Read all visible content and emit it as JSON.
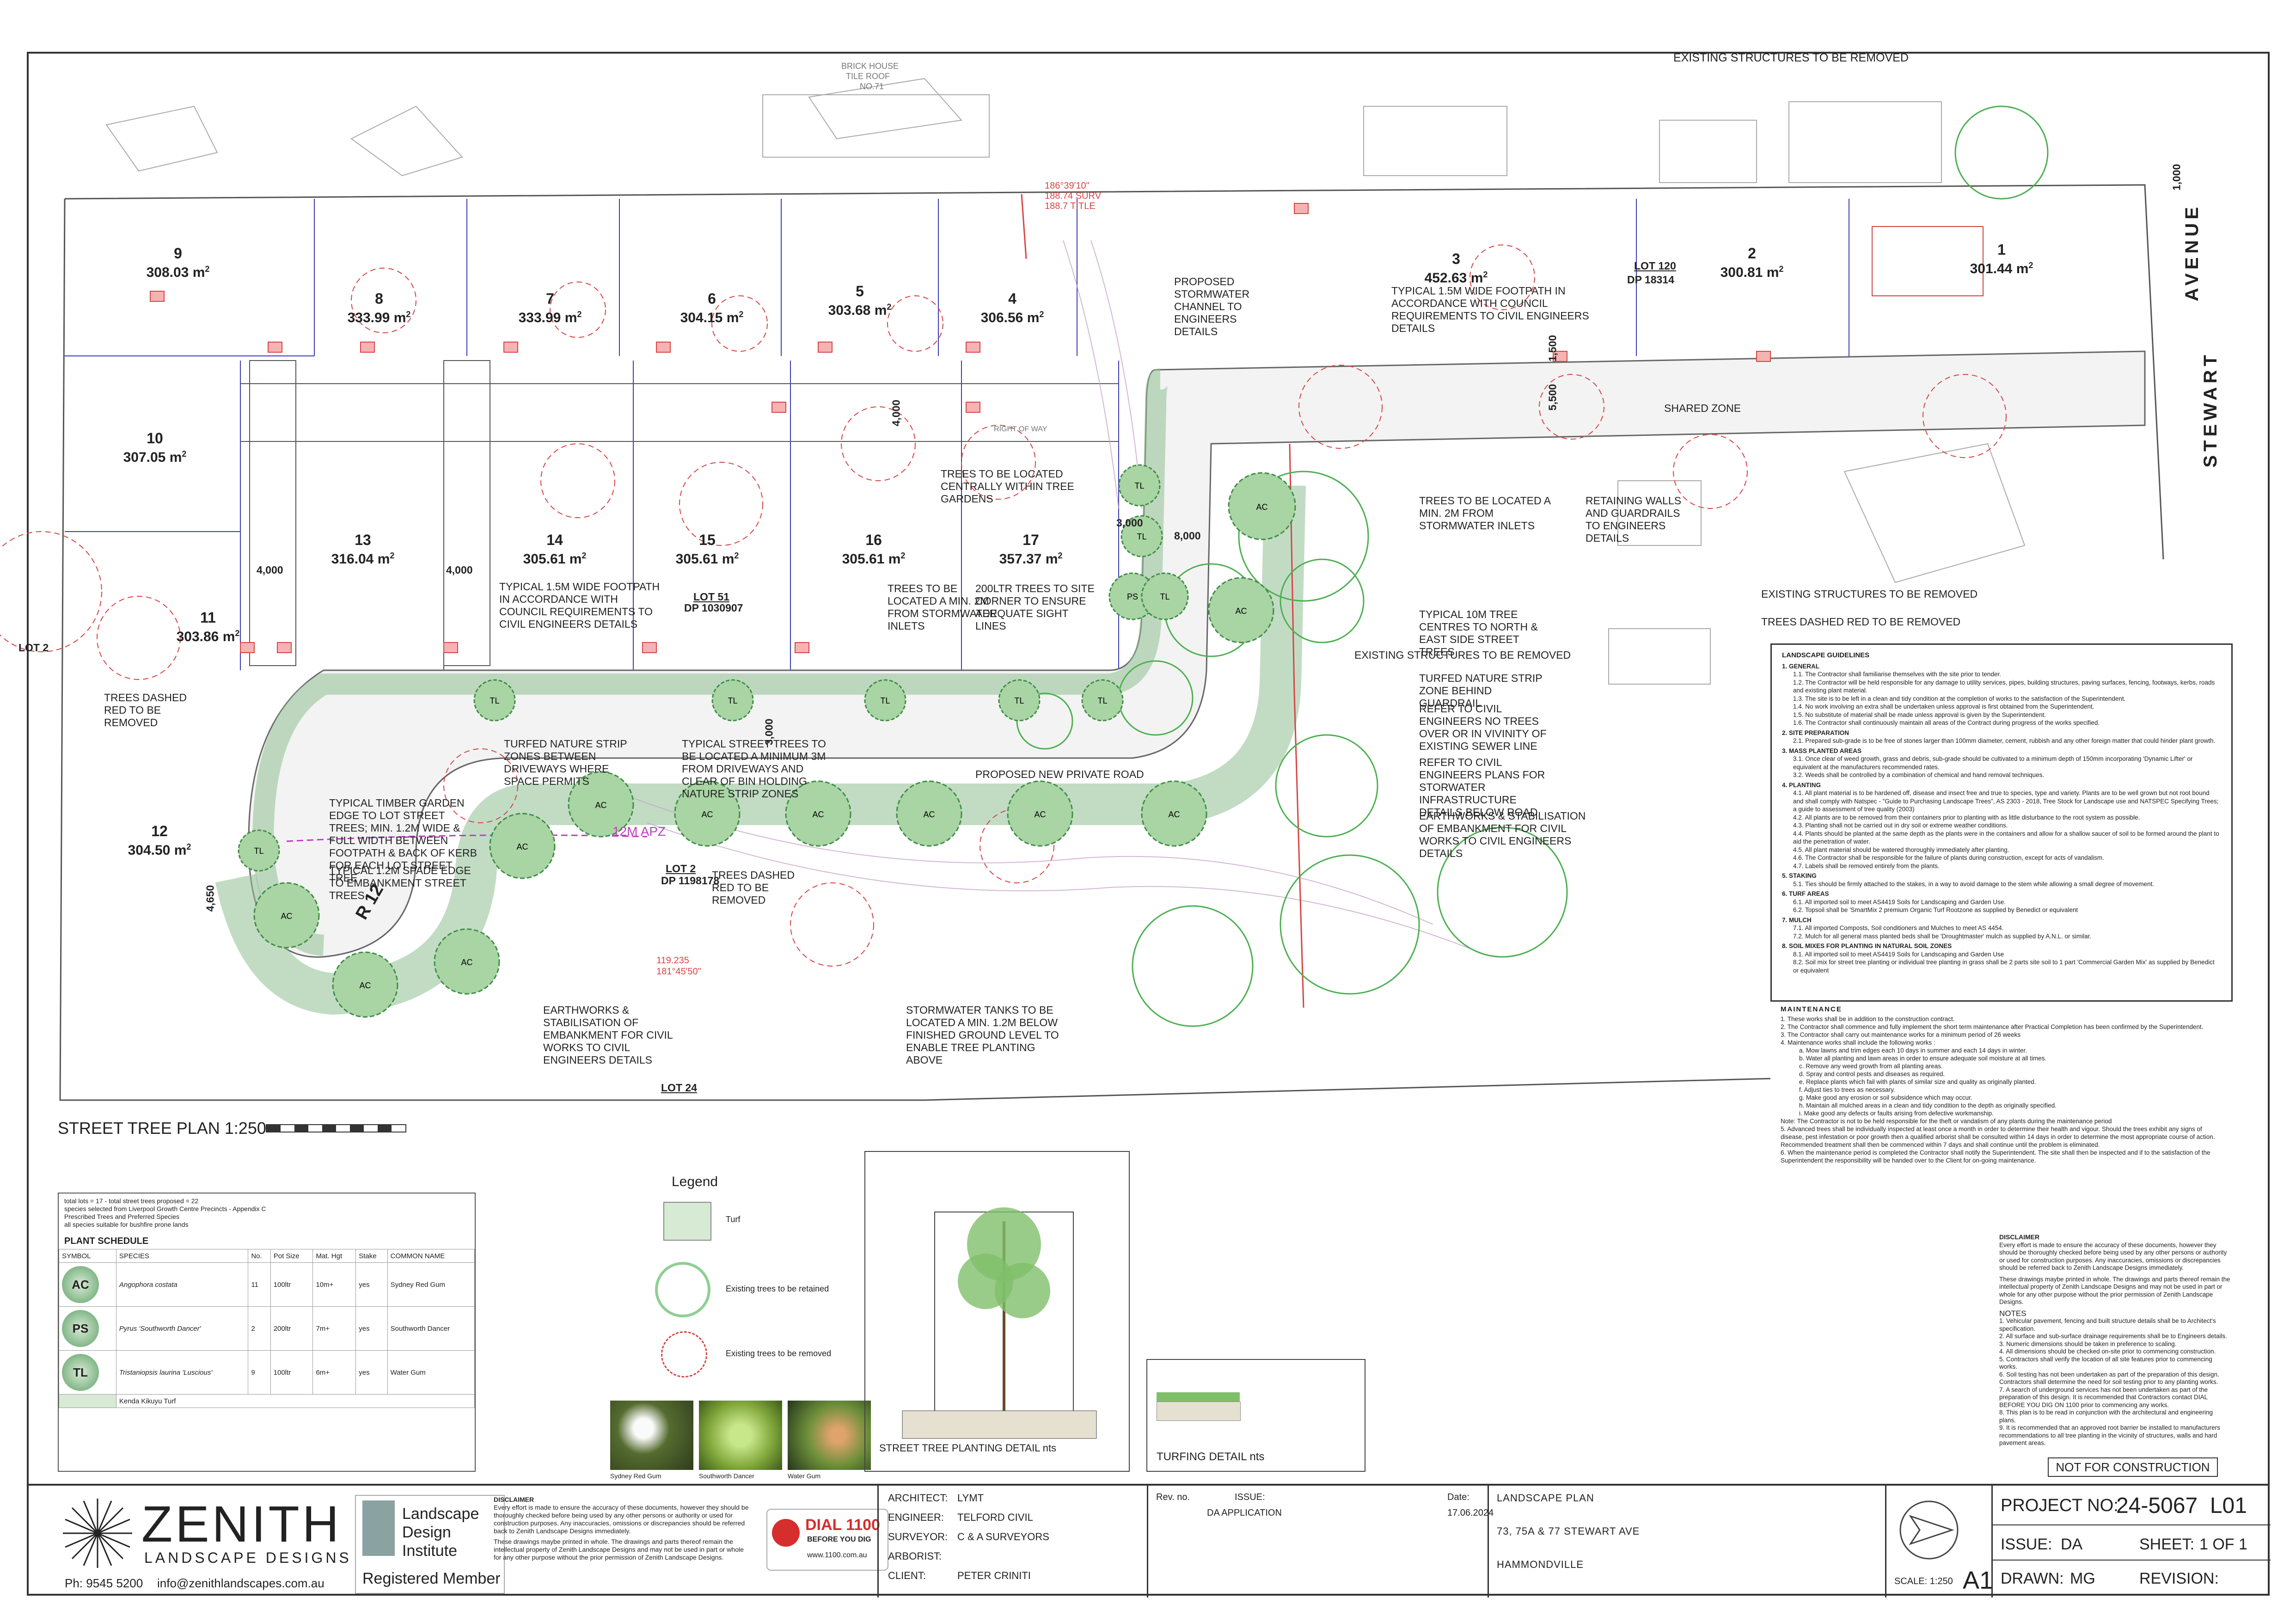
{
  "plan": {
    "lots": [
      {
        "no": "9",
        "area": "308.03"
      },
      {
        "no": "8",
        "area": "333.99"
      },
      {
        "no": "7",
        "area": "333.99"
      },
      {
        "no": "6",
        "area": "304.15"
      },
      {
        "no": "5",
        "area": "303.68"
      },
      {
        "no": "4",
        "area": "306.56"
      },
      {
        "no": "3",
        "area": "452.63"
      },
      {
        "no": "2",
        "area": "300.81"
      },
      {
        "no": "1",
        "area": "301.44"
      },
      {
        "no": "10",
        "area": "307.05"
      },
      {
        "no": "11",
        "area": "303.86"
      },
      {
        "no": "12",
        "area": "304.50"
      },
      {
        "no": "13",
        "area": "316.04"
      },
      {
        "no": "14",
        "area": "305.61"
      },
      {
        "no": "15",
        "area": "305.61"
      },
      {
        "no": "16",
        "area": "305.61"
      },
      {
        "no": "17",
        "area": "357.37"
      }
    ],
    "area_unit": "m",
    "area_sup": "2",
    "street_name_1": "AVENUE",
    "street_name_2": "STEWART",
    "notes": {
      "existing_top": "EXISTING STRUCTURES TO BE REMOVED",
      "stormwater_channel": "PROPOSED STORMWATER CHANNEL TO ENGINEERS DETAILS",
      "footpath_top": "TYPICAL 1.5m WIDE FOOTPATH IN ACCORDANCE WITH COUNCIL REQUIREMENTS TO CIVIL ENGINEERS DETAILS",
      "lot120": "LOT 120",
      "dp18314": "DP 18314",
      "shared_zone": "SHARED ZONE",
      "right_of_way": "RIGHT OF WAY",
      "trees_central": "TREES TO BE LOCATED CENTRALLY WITHIN TREE GARDENS",
      "trees_inlets": "TREES TO BE LOCATED A MIN. 2m FROM STORMWATER INLETS",
      "retaining": "RETAINING WALLS AND GUARDRAILS TO ENGINEERS DETAILS",
      "existing_right": "EXISTING STRUCTURES TO BE REMOVED",
      "trees_dashed_right": "TREES DASHED RED TO BE REMOVED",
      "footpath_left": "TYPICAL 1.5m WIDE FOOTPATH IN ACCORDANCE WITH COUNCIL REQUIREMENTS TO CIVIL ENGINEERS DETAILS",
      "lot51": "LOT 51",
      "dp1030907": "DP 1030907",
      "trees_inlets_2": "TREES TO BE LOCATED A MIN. 2m FROM STORMWATER INLETS",
      "trees_200ltr": "200ltr TREES TO SITE CORNER TO ENSURE ADEQUATE SIGHT LINES",
      "typical_10m": "TYPICAL 10m TREE CENTRES TO NORTH & EAST SIDE STREET TREES",
      "existing_mid": "EXISTING STRUCTURES TO BE REMOVED",
      "turfed_guardrail": "TURFED NATURE STRIP ZONE BEHIND GUARDRAIL",
      "no_trees_sewer": "REFER TO CIVIL ENGINEERS NO TREES OVER OR IN VIVINITY OF EXISTING SEWER LINE",
      "stormwater_infra": "REFER TO CIVIL ENGINEERS PLANS FOR STORWATER INFRASTRUCTURE DETAILS BELOW ROAD",
      "earthworks_right": "EARTHWORKS & STABILISATION OF EMBANKMENT FOR CIVIL WORKS TO CIVIL ENGINEERS DETAILS",
      "trees_dashed_left": "TREES DASHED RED TO BE REMOVED",
      "lot2": "LOT 2",
      "turfed_driveways": "TURFED NATURE STRIP ZONES BETWEEN DRIVEWAYS WHERE SPACE PERMITS",
      "street_trees_3m": "TYPICAL STREET TREES TO BE LOCATED A MINIMUM 3m FROM DRIVEWAYS AND CLEAR OF BIN HOLDING NATURE STRIP ZONES",
      "private_road": "PROPOSED NEW PRIVATE ROAD",
      "timber_edge": "TYPICAL TIMBER GARDEN EDGE TO LOT STREET TREES; MIN. 1.2m WIDE & FULL WIDTH BETWEEN FOOTPATH & BACK OF KERB FOR EACH LOT STREET TREE",
      "spade_edge": "TYPICAL 1.2m SPADE EDGE TO EMBANKMENT STREET TREES",
      "apz": "12m APZ",
      "lot2_b": "LOT 2",
      "dp1198178": "DP 1198178",
      "trees_dashed_mid": "TREES DASHED RED TO BE REMOVED",
      "earthworks_left": "EARTHWORKS & STABILISATION OF EMBANKMENT FOR CIVIL WORKS TO CIVIL ENGINEERS DETAILS",
      "stormwater_tanks": "STORMWATER TANKS TO BE LOCATED A MIN. 1.2m BELOW FINISHED GROUND LEVEL TO ENABLE TREE PLANTING ABOVE",
      "lot24": "LOT 24",
      "street_tree_plan": "STREET TREE PLAN 1:250",
      "r12": "R 12",
      "brick_house": "BRICK HOUSE",
      "tile_roof": "TILE ROOF",
      "no71": "No.71",
      "bearing1": "186°39'10\"",
      "bearing2": "188.74 SURV",
      "bearing3": "188.7 TITLE",
      "dim_4000_a": "4,000",
      "dim_4000_b": "4,000",
      "dim_4000_c": "4,000",
      "dim_8000": "8,000",
      "dim_3000_a": "3,000",
      "dim_3000_b": "3,000",
      "dim_1500": "1,500",
      "dim_5500": "5,500",
      "dim_1000": "1,000",
      "bearing_bottom_1": "119.235",
      "bearing_bottom_2": "181°45'50\"",
      "dim_4650": "4,650"
    },
    "tree_labels": {
      "ac": "AC",
      "ps": "PS",
      "tl": "TL"
    }
  },
  "legend": {
    "title": "Legend",
    "turf": "Turf",
    "retained": "Existing trees to be retained",
    "removed": "Existing trees to be removed"
  },
  "schedule": {
    "notes": [
      "total lots = 17 - total street trees proposed = 22",
      "species selected from Liverpool Growth Centre Precincts - Appendix C",
      "Prescribed Trees and Preferred Species",
      "all species suitable for bushfire prone lands"
    ],
    "title": "PLANT SCHEDULE",
    "headers": [
      "SYMBOL",
      "SPECIES",
      "No.",
      "Pot Size",
      "Mat. Hgt",
      "Stake",
      "COMMON NAME"
    ],
    "rows": [
      {
        "sym": "AC",
        "species": "Angophora costata",
        "no": "11",
        "pot": "100ltr",
        "hgt": "10m+",
        "stake": "yes",
        "common": "Sydney Red Gum"
      },
      {
        "sym": "PS",
        "species": "Pyrus 'Southworth Dancer'",
        "no": "2",
        "pot": "200ltr",
        "hgt": "7m+",
        "stake": "yes",
        "common": "Southworth Dancer"
      },
      {
        "sym": "TL",
        "species": "Tristaniopsis laurina 'Luscious'",
        "no": "9",
        "pot": "100ltr",
        "hgt": "6m+",
        "stake": "yes",
        "common": "Water Gum"
      }
    ],
    "turf_row": "Kenda Kikuyu Turf"
  },
  "photos": [
    "Sydney Red Gum",
    "Southworth Dancer",
    "Water Gum"
  ],
  "details": {
    "tree_detail": "STREET TREE PLANTING DETAIL nts",
    "turf_detail": "TURFING DETAIL nts"
  },
  "guidelines": {
    "title": "LANDSCAPE GUIDELINES",
    "sections": [
      {
        "h": "1. GENERAL",
        "items": [
          "1.1. The Contractor shall familiarise themselves with the site prior to tender.",
          "1.2. The Contractor will be held responsible for any damage to utility services, pipes, building structures, paving surfaces, fencing, footways, kerbs, roads and existing plant material.",
          "1.3. The site is to be left in a clean and tidy condition at the completion of works to the satisfaction of the Superintendent.",
          "1.4. No work involving an extra shall be undertaken unless approval is first obtained from the Superintendent.",
          "1.5. No substitute of material shall be made unless approval is given by the Superintendent.",
          "1.6. The Contractor shall continuously maintain all areas of the Contract during progress of the works specified."
        ]
      },
      {
        "h": "2. SITE PREPARATION",
        "items": [
          "2.1. Prepared sub-grade is to be free of stones larger than 100mm diameter, cement, rubbish and any other foreign matter that could hinder plant growth."
        ]
      },
      {
        "h": "3. MASS PLANTED AREAS",
        "items": [
          "3.1. Once clear of weed growth, grass and debris, sub-grade should be cultivated to a minimum depth of 150mm incorporating 'Dynamic Lifter' or equivalent at the manufacturers recommended rates.",
          "3.2. Weeds shall be controlled by a combination of chemical and hand removal techniques."
        ]
      },
      {
        "h": "4. PLANTING",
        "items": [
          "4.1. All plant material is to be hardened off, disease and insect free and true to species, type and variety. Plants are to be well grown but not root bound and shall comply with Natspec - \"Guide to Purchasing Landscape Trees\", AS 2303 - 2018, Tree Stock for Landscape use and NATSPEC Specifying Trees; a guide to assessment of tree quality (2003)",
          "4.2. All plants are to be removed from their containers prior to planting with as little disturbance to the root system as possible.",
          "4.3. Planting shall not be carried out in dry soil or extreme weather conditions.",
          "4.4. Plants should be planted at the same depth as the plants were in the containers and allow for a shallow saucer of soil to be formed around the plant to aid the penetration of water.",
          "4.5. All plant material should be watered thoroughly immediately after planting.",
          "4.6. The Contractor shall be responsible for the failure of plants during construction, except for acts of vandalism.",
          "4.7. Labels shall be removed entirely from the plants."
        ]
      },
      {
        "h": "5. STAKING",
        "items": [
          "5.1. Ties should be firmly attached to the stakes, in a way to avoid damage to the stem while allowing a small degree of movement."
        ]
      },
      {
        "h": "6. TURF AREAS",
        "items": [
          "6.1. All imported soil to meet AS4419 Soils for Landscaping and Garden Use.",
          "6.2. Topsoil shall be 'SmartMix 2 premium Organic Turf Rootzone as supplied by Benedict or equivalent"
        ]
      },
      {
        "h": "7. MULCH",
        "items": [
          "7.1. All imported Composts, Soil conditioners and Mulches to meet AS 4454.",
          "7.2. Mulch for all general mass planted beds shall be 'Droughtmaster' mulch as supplied by A.N.L. or similar."
        ]
      },
      {
        "h": "8. SOIL MIXES FOR PLANTING IN NATURAL SOIL ZONES",
        "items": [
          "8.1. All imported soil to meet AS4419 Soils for Landscaping and Garden Use",
          "8.2. Soil mix for street tree planting or individual tree planting in grass shall be 2 parts site soil to 1 part 'Commercial Garden Mix' as supplied by Benedict or equivalent"
        ]
      }
    ]
  },
  "maintenance": {
    "title": "MAINTENANCE",
    "items": [
      "1. These works shall be in addition to the construction contract.",
      "2. The Contractor shall commence and fully implement the short term maintenance after Practical Completion has been confirmed by the Superintendent.",
      "3. The Contractor shall carry out maintenance works for a minimum period of 26 weeks",
      "4. Maintenance works shall include the following works :",
      "a. Mow lawns and trim edges each 10 days in summer and each 14 days in winter.",
      "b. Water all planting and lawn areas in order to ensure adequate soil moisture at all times.",
      "c. Remove any weed growth from all planting areas.",
      "d. Spray and control pests and diseases as required.",
      "e. Replace plants which fail with plants of similar size and quality as originally planted.",
      "f. Adjust ties to trees as necessary.",
      "g. Make good any erosion or soil subsidence which may occur.",
      "h. Maintain all mulched areas in a clean and tidy condition to the depth as originally specified.",
      "i. Make good any defects or faults arising from defective workmanship.",
      "Note: The Contractor is not to be held responsible for the theft or vandalism of any plants during the maintenance period",
      "5. Advanced trees shall be individually inspected at least once a month in order to determine their health and vigour. Should the trees exhibit any signs of disease, pest infestation or poor growth then a qualified arborist shall be consulted within 14 days in order to determine the most appropriate course of action. Recommended treatment shall then be commenced within 7 days and shall continue until the problem is eliminated.",
      "6. When the maintenance period is completed the Contractor shall notify the Superintendent. The site shall then be inspected and if to the satisfaction of the Superintendent the responsibility will be handed over to the Client for on-going maintenance."
    ]
  },
  "disclaimer": {
    "title": "DISCLAIMER",
    "text": "Every effort is made to ensure the accuracy of these documents, however they should be thoroughly checked before being used by any other persons or authority or used for construction purposes. Any inaccuracies, omissions or discrepancies should be referred back to Zenith Landscape Designs immediately.",
    "text2": "These drawings maybe printed in whole. The drawings and parts thereof remain the intellectual property of Zenith Landscape Designs and may not be used in part or whole for any other purpose without the prior permission of Zenith Landscape Designs.",
    "notes_title": "NOTES",
    "notes": [
      "1. Vehicular pavement, fencing and built structure details shall be to Architect's specification.",
      "2. All surface and sub-surface drainage requirements shall be to Engineers details.",
      "3. Numeric dimensions should be taken in preference to scaling.",
      "4. All dimensions should be checked on-site prior to commencing construction.",
      "5. Contractors shall verify the location of all site features prior to commencing works.",
      "6. Soil testing has not been undertaken as part of the preparation of this design. Contractors shall determine the need for soil testing prior to any planting works.",
      "7. A search of underground services has not been undertaken as part of the preparation of this design. It is recommended that Contractors contact DIAL BEFORE YOU DIG ON 1100 prior to commencing any works.",
      "8. This plan is to be read in conjunction with the architectural and engineering plans.",
      "9. It is recommended that an approved root barrier be installed to manufacturers recommendations to all tree planting in the vicinity of structures, walls and hard pavement areas."
    ],
    "not_for_construction": "NOT FOR CONSTRUCTION"
  },
  "titleblock": {
    "brand": "ZENITH",
    "brand_sub": "LANDSCAPE DESIGNS",
    "phone": "Ph: 9545 5200",
    "email": "info@zenithlandscapes.com.au",
    "ldi_1": "Landscape",
    "ldi_2": "Design",
    "ldi_3": "Institute",
    "ldi_member": "Registered Member",
    "disclaimer_title": "DISCLAIMER",
    "disclaimer_text": "Every effort is made to ensure the accuracy of these documents, however they should be thoroughly checked before being used by any other persons or authority or used for construction purposes. Any inaccuracies, omissions or discrepancies should be referred back to Zenith Landscape Designs immediately.",
    "disclaimer_text2": "These drawings maybe printed in whole. The drawings and parts thereof remain the intellectual property of Zenith Landscape Designs and may not be used in part or whole for any other purpose without the prior permission of Zenith Landscape Designs.",
    "dial": "DIAL 1100",
    "dial_sub": "BEFORE YOU DIG",
    "dial_url": "www.1100.com.au",
    "architect_label": "ARCHITECT:",
    "architect": "LYMT",
    "engineer_label": "ENGINEER:",
    "engineer": "TELFORD CIVIL",
    "surveyor_label": "SURVEYOR:",
    "surveyor": "C & A SURVEYORS",
    "arborist_label": "ARBORIST:",
    "arborist": "",
    "client_label": "CLIENT:",
    "client": "PETER CRINITI",
    "rev_label": "Rev. no.",
    "issue_label": "ISSUE:",
    "date_label": "Date:",
    "issue": "DA APPLICATION",
    "date": "17.06.2024",
    "title1": "LANDSCAPE PLAN",
    "title2": "73, 75A & 77 STEWART AVE",
    "title3": "HAMMONDVILLE",
    "scale": "SCALE: 1:250",
    "size": "A1",
    "project_label": "PROJECT No:",
    "project": "24-5067  L01",
    "issue2_label": "ISSUE:",
    "issue2": "DA",
    "sheet_label": "SHEET:",
    "sheet": "1 OF 1",
    "drawn_label": "DRAWN:",
    "drawn": "MG",
    "revision_label": "REVISION:",
    "revision": ""
  },
  "colors": {
    "tree": "#6fae72",
    "turf": "#d6ead4",
    "removed": "#d64545",
    "lot_line": "#3b3bb0"
  }
}
